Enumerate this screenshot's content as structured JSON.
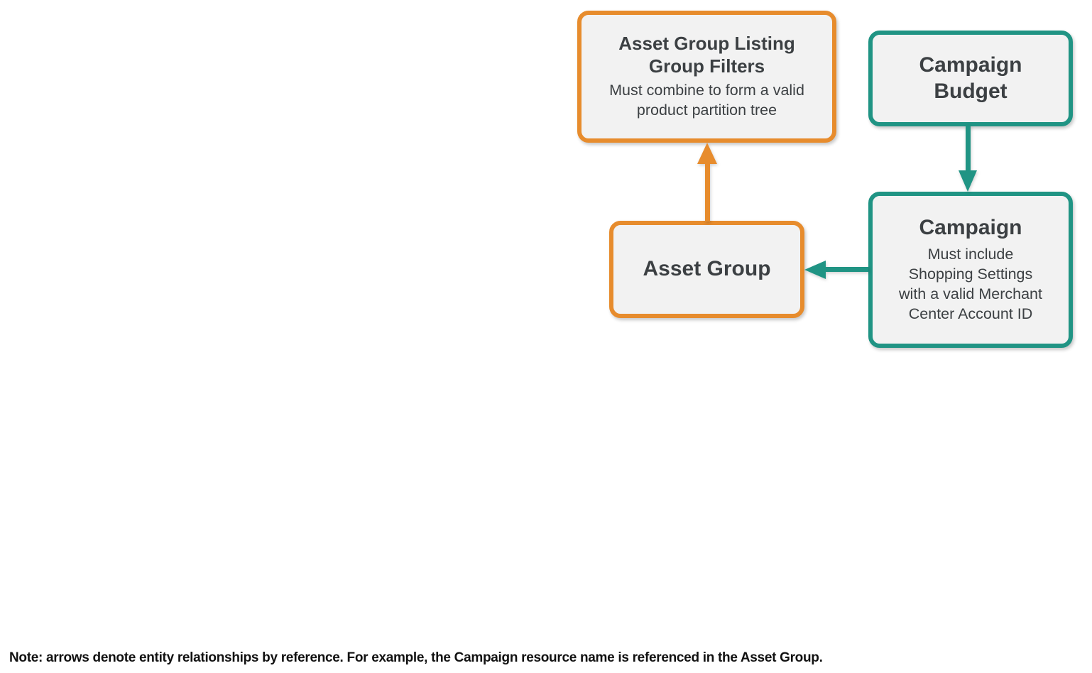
{
  "colors": {
    "orange": "#E78C2D",
    "teal": "#209484",
    "box_bg": "#F2F2F2",
    "text": "#3C4043",
    "note_text": "#111111",
    "canvas_bg": "#FFFFFF"
  },
  "diagram": {
    "nodes": [
      {
        "id": "asset-group-listing-group-filters",
        "title": "Asset Group Listing\nGroup Filters",
        "subtitle": "Must combine to form a valid\nproduct partition tree",
        "accent": "orange"
      },
      {
        "id": "campaign-budget",
        "title": "Campaign\nBudget",
        "subtitle": "",
        "accent": "teal"
      },
      {
        "id": "asset-group",
        "title": "Asset Group",
        "subtitle": "",
        "accent": "orange"
      },
      {
        "id": "campaign",
        "title": "Campaign",
        "subtitle": "Must include\nShopping Settings\nwith a valid Merchant\nCenter Account ID",
        "accent": "teal"
      }
    ],
    "arrows": [
      {
        "id": "asset-group-to-listing-filters",
        "from": "asset-group",
        "to": "asset-group-listing-group-filters",
        "color": "orange",
        "direction": "up"
      },
      {
        "id": "campaign-budget-to-campaign",
        "from": "campaign-budget",
        "to": "campaign",
        "color": "teal",
        "direction": "down"
      },
      {
        "id": "campaign-to-asset-group",
        "from": "campaign",
        "to": "asset-group",
        "color": "teal",
        "direction": "left"
      }
    ]
  },
  "note": "Note: arrows denote entity relationships by reference. For example, the Campaign resource name is referenced in the Asset Group."
}
